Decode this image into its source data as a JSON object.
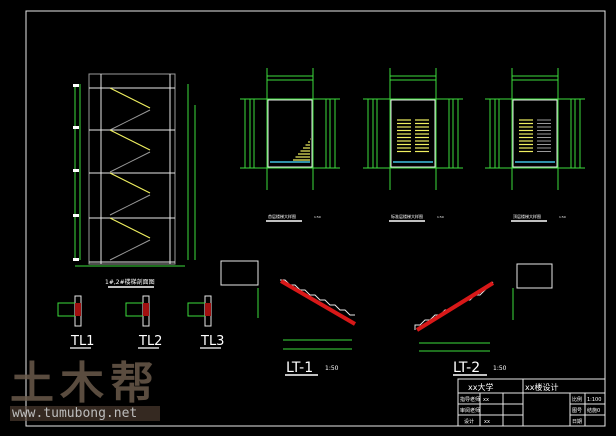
{
  "drawing": {
    "section_title": "1#,2#楼梯剖面图",
    "plans": [
      {
        "title": "首层楼梯大样图",
        "scale": "1:50"
      },
      {
        "title": "标准层楼梯大样图",
        "scale": "1:50"
      },
      {
        "title": "顶层楼梯大样图",
        "scale": "1:50"
      }
    ],
    "stairs": [
      {
        "label": "LT-1",
        "scale": "1:50"
      },
      {
        "label": "LT-2",
        "scale": "1:50"
      }
    ],
    "beams": [
      "TL1",
      "TL2",
      "TL3"
    ]
  },
  "title_block": {
    "school": "xx大学",
    "project": "xx楼设计",
    "advisor_label": "指导老师",
    "advisor_value": "xx",
    "reviewer_label": "审阅老师",
    "designer_label": "设计",
    "designer_value": "xx",
    "scale_label": "比例",
    "scale_value": "1:100",
    "drawing_no_label": "图号",
    "drawing_no_value": "结施0",
    "date_label": "日期"
  },
  "watermark": {
    "logo": "土木帮",
    "url": "www.tumubong.net"
  },
  "colors": {
    "background": "#000000",
    "dim": "#3ddc3d",
    "stair": "#f0f060",
    "rebar": "#d81818"
  }
}
